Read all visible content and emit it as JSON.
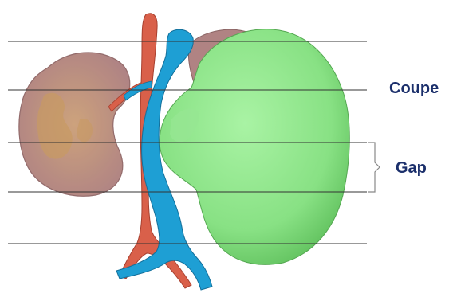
{
  "labels": {
    "coupe": "Coupe",
    "gap": "Gap"
  },
  "structures": [
    {
      "name": "left-kidney",
      "color": "#b07a7a"
    },
    {
      "name": "artery",
      "color": "#d9604a"
    },
    {
      "name": "vein",
      "color": "#1e9fd4"
    },
    {
      "name": "upper-kidney-pole",
      "color": "#a06a6a"
    },
    {
      "name": "tumor-mass",
      "color": "#8fe88c"
    }
  ],
  "slice_lines": {
    "count": 5,
    "color": "#333333"
  },
  "gap_bracket": {
    "color": "#888888"
  }
}
